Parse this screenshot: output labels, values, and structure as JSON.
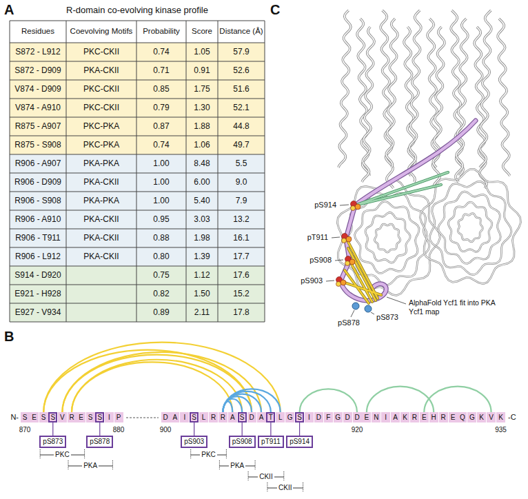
{
  "diagram": {
    "nodes": [
      {
        "text": [
          "S"
        ]
      },
      {
        "text": [
          "E"
        ]
      },
      {
        "text": [
          "S"
        ]
      },
      {
        "text": [
          "S"
        ]
      },
      {
        "text": [
          "V"
        ]
      },
      {
        "text": [
          "R"
        ]
      },
      {
        "text": [
          "E"
        ]
      },
      {
        "text": [
          "S"
        ]
      },
      {
        "text": [
          "S"
        ]
      },
      {
        "text": [
          "I"
        ]
      },
      {
        "text": [
          "P"
        ]
      },
      {
        "text": [
          "D"
        ]
      },
      {
        "text": [
          "A"
        ]
      },
      {
        "text": [
          "I"
        ]
      },
      {
        "text": [
          "S"
        ]
      },
      {
        "text": [
          "L"
        ]
      },
      {
        "text": [
          "R"
        ]
      },
      {
        "text": [
          "R"
        ]
      },
      {
        "text": [
          "A"
        ]
      },
      {
        "text": [
          "S"
        ]
      },
      {
        "text": [
          "D"
        ]
      },
      {
        "text": [
          "A"
        ]
      },
      {
        "text": [
          "T"
        ]
      },
      {
        "text": [
          "L"
        ]
      },
      {
        "text": [
          "G"
        ]
      },
      {
        "text": [
          "S"
        ]
      },
      {
        "text": [
          "I"
        ]
      },
      {
        "text": [
          "D"
        ]
      },
      {
        "text": [
          "F"
        ]
      },
      {
        "text": [
          "G"
        ]
      },
      {
        "text": [
          "D"
        ]
      },
      {
        "text": [
          "D"
        ]
      },
      {
        "text": [
          "E"
        ]
      },
      {
        "text": [
          "N"
        ]
      },
      {
        "text": [
          "I"
        ]
      },
      {
        "text": [
          "A"
        ]
      },
      {
        "text": [
          "K"
        ]
      },
      {
        "text": [
          "R"
        ]
      },
      {
        "text": [
          "E"
        ]
      },
      {
        "text": [
          "H"
        ]
      },
      {
        "text": [
          "R"
        ]
      },
      {
        "text": [
          "E"
        ]
      },
      {
        "text": [
          "Q"
        ]
      },
      {
        "text": [
          "G"
        ]
      },
      {
        "text": [
          "K"
        ]
      },
      {
        "text": [
          "V"
        ]
      },
      {
        "text": [
          "K"
        ]
      },
      {
        "text": [
          "pS873"
        ]
      },
      {
        "text": [
          "pS878"
        ]
      },
      {
        "text": [
          "pS903"
        ]
      },
      {
        "text": [
          "pS908"
        ]
      },
      {
        "text": [
          "pT911"
        ]
      },
      {
        "text": [
          "pS914"
        ]
      }
    ],
    "edges": [
      {
        "from": 2,
        "to": 23,
        "arrow": "none"
      },
      {
        "from": 2,
        "to": 20,
        "arrow": "none"
      },
      {
        "from": 4,
        "to": 20,
        "arrow": "none"
      },
      {
        "from": 4,
        "to": 21,
        "arrow": "none"
      },
      {
        "from": 5,
        "to": 18,
        "arrow": "none"
      },
      {
        "from": 5,
        "to": 19,
        "arrow": "none"
      },
      {
        "from": 17,
        "to": 18,
        "arrow": "none"
      },
      {
        "from": 17,
        "to": 20,
        "arrow": "none"
      },
      {
        "from": 17,
        "to": 19,
        "arrow": "none"
      },
      {
        "from": 17,
        "to": 21,
        "arrow": "none"
      },
      {
        "from": 17,
        "to": 22,
        "arrow": "none"
      },
      {
        "from": 17,
        "to": 23,
        "arrow": "none"
      },
      {
        "from": 25,
        "to": 31,
        "arrow": "none"
      },
      {
        "from": 32,
        "to": 39,
        "arrow": "none"
      },
      {
        "from": 38,
        "to": 45,
        "arrow": "none"
      },
      {
        "from": 3,
        "to": 47,
        "arrow": "none"
      },
      {
        "from": 8,
        "to": 48,
        "arrow": "none"
      },
      {
        "from": 14,
        "to": 49,
        "arrow": "none"
      },
      {
        "from": 19,
        "to": 50,
        "arrow": "none"
      },
      {
        "from": 22,
        "to": 51,
        "arrow": "none"
      },
      {
        "from": 25,
        "to": 52,
        "arrow": "none"
      }
    ],
    "labels": [
      "A",
      "R-domain co-evolving kinase profile",
      "Residues",
      "Coevolving Motifs",
      "Probability",
      "Score",
      "Distance (Å)",
      "S872 - L912",
      "PKC-CKII",
      "0.74",
      "1.05",
      "57.9",
      "S872 - D909",
      "PKA-CKII",
      "0.71",
      "0.91",
      "52.6",
      "V874 - D909",
      "PKC-CKII",
      "0.85",
      "1.75",
      "51.6",
      "V874 - A910",
      "PKC-CKII",
      "0.79",
      "1.30",
      "52.1",
      "R875 - A907",
      "PKC-PKA",
      "0.87",
      "1.88",
      "44.8",
      "R875 - S908",
      "PKC-PKA",
      "0.74",
      "1.06",
      "49.7",
      "R906 - A907",
      "PKA-PKA",
      "1.00",
      "8.48",
      "5.5",
      "R906 - D909",
      "PKA-CKII",
      "1.00",
      "6.00",
      "9.0",
      "R906 - S908",
      "PKA-PKA",
      "1.00",
      "5.40",
      "7.9",
      "R906 - A910",
      "PKA-CKII",
      "0.95",
      "3.03",
      "13.2",
      "R906 - T911",
      "PKA-CKII",
      "0.88",
      "1.98",
      "16.1",
      "R906 - L912",
      "PKA-CKII",
      "0.80",
      "1.39",
      "17.7",
      "S914 - D920",
      "0.75",
      "1.12",
      "17.6",
      "E921 - H928",
      "0.82",
      "1.50",
      "15.2",
      "E927 - V934",
      "0.89",
      "2.11",
      "17.8",
      "B",
      "N-",
      "-C",
      "870",
      "880",
      "900",
      "920",
      "935",
      "PKC",
      "PKA",
      "PKC",
      "PKA",
      "CKII",
      "CKII",
      "C",
      "pS914",
      "pT911",
      "pS908",
      "pS903",
      "pS873",
      "pS878",
      "AlphaFold Ycf1 fit into PKA Ycf1 map"
    ]
  }
}
